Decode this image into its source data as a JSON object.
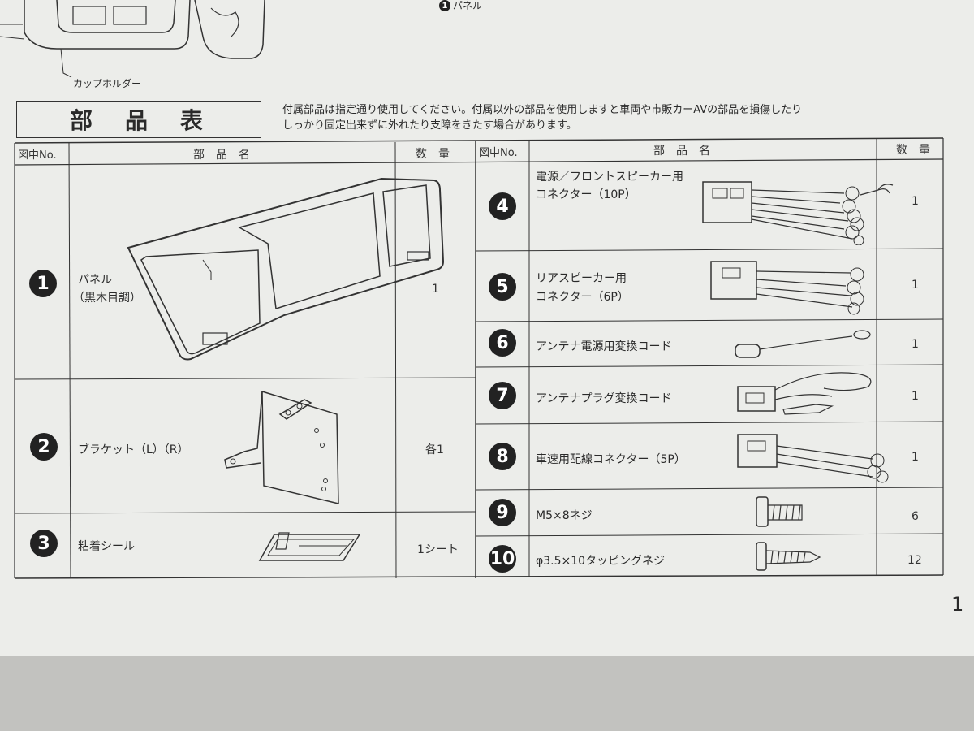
{
  "top": {
    "panel_ref_number": "1",
    "panel_ref_label": "パネル",
    "cupholder_label": "カップホルダー"
  },
  "section": {
    "title": "部　品　表",
    "note_line1": "付属部品は指定通り使用してください。付属以外の部品を使用しますと車両や市販カーAVの部品を損傷したり",
    "note_line2": "しっかり固定出来ずに外れたり支障をきたす場合があります。"
  },
  "table_headers": {
    "left": {
      "no": "図中No.",
      "name": "部　品　名",
      "qty": "数　量"
    },
    "right": {
      "no": "図中No.",
      "name": "部　品　名",
      "qty": "数　量"
    }
  },
  "left_parts": [
    {
      "no": "1",
      "name_line1": "パネル",
      "name_line2": "（黒木目調）",
      "qty": "1"
    },
    {
      "no": "2",
      "name_line1": "ブラケット（L）（R）",
      "name_line2": "",
      "qty": "各1"
    },
    {
      "no": "3",
      "name_line1": "粘着シール",
      "name_line2": "",
      "qty": "1シート"
    }
  ],
  "right_parts": [
    {
      "no": "4",
      "name_line1": "電源／フロントスピーカー用",
      "name_line2": "コネクター（10P）",
      "qty": "1"
    },
    {
      "no": "5",
      "name_line1": "リアスピーカー用",
      "name_line2": "コネクター（6P）",
      "qty": "1"
    },
    {
      "no": "6",
      "name_line1": "アンテナ電源用変換コード",
      "name_line2": "",
      "qty": "1"
    },
    {
      "no": "7",
      "name_line1": "アンテナプラグ変換コード",
      "name_line2": "",
      "qty": "1"
    },
    {
      "no": "8",
      "name_line1": "車速用配線コネクター（5P）",
      "name_line2": "",
      "qty": "1"
    },
    {
      "no": "9",
      "name_line1": "M5×8ネジ",
      "name_line2": "",
      "qty": "6"
    },
    {
      "no": "10",
      "name_line1": "φ3.5×10タッピングネジ",
      "name_line2": "",
      "qty": "12"
    }
  ],
  "page_number": "1"
}
